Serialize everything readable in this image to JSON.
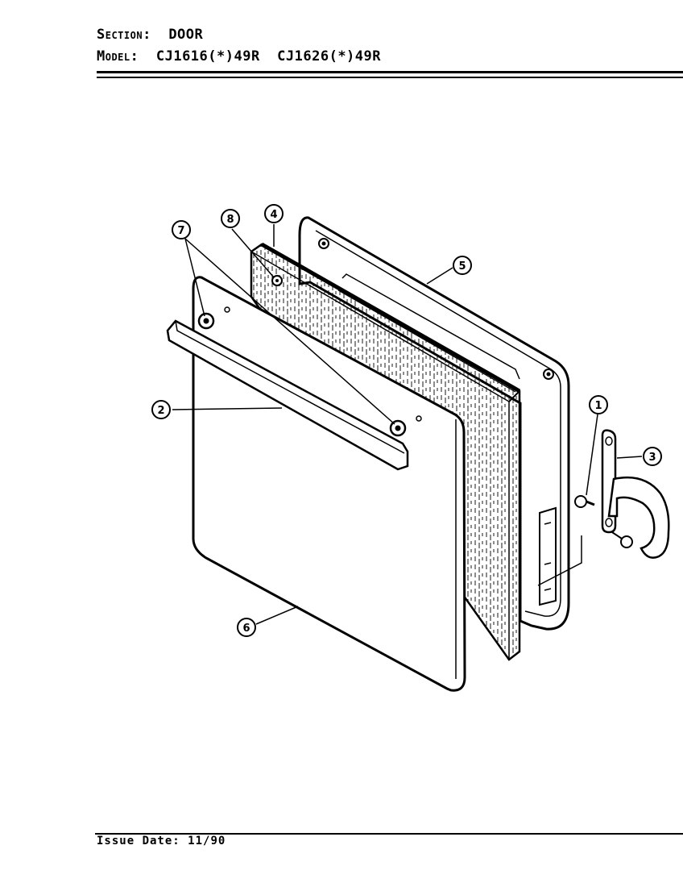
{
  "header": {
    "section_label": "Section:",
    "section_value": "DOOR",
    "model_label": "Model:",
    "model_value_1": "CJ1616(*)49R",
    "model_value_2": "CJ1626(*)49R"
  },
  "footer": {
    "issue_label": "Issue Date:",
    "issue_value": "11/90"
  },
  "callouts": [
    "1",
    "2",
    "3",
    "4",
    "5",
    "6",
    "7",
    "8"
  ]
}
